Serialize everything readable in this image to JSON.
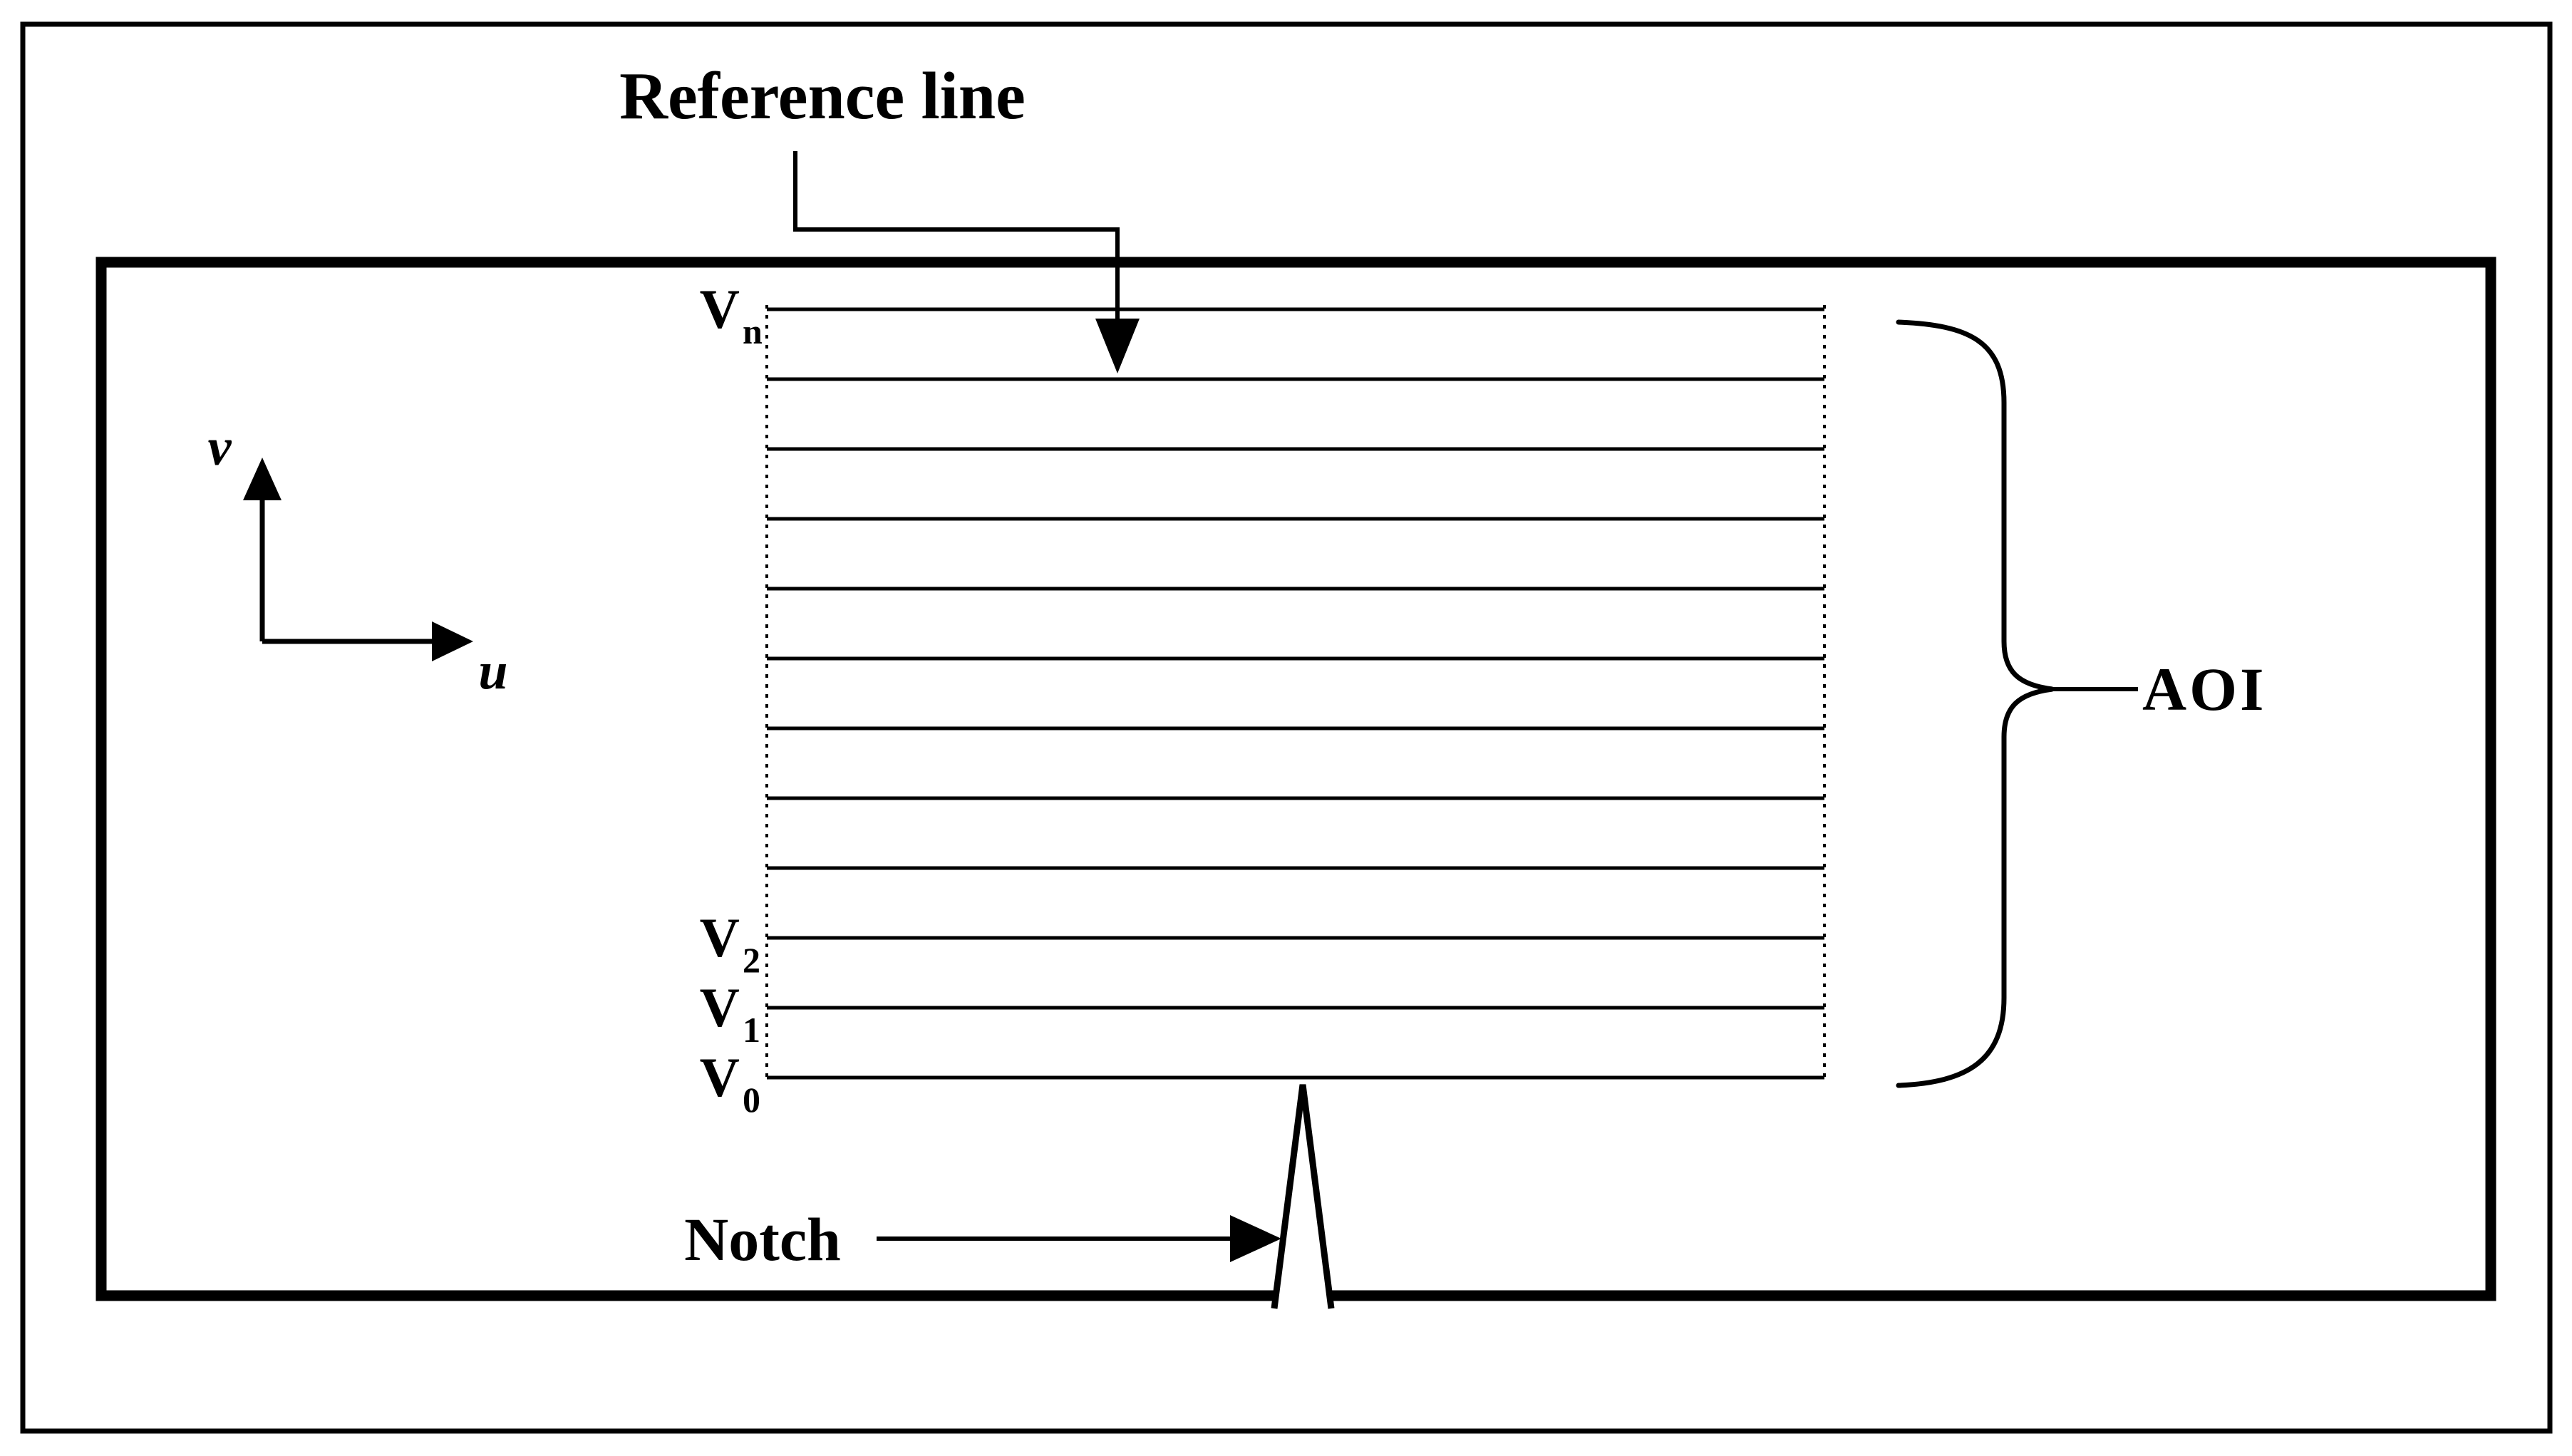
{
  "figure": {
    "background_color": "#ffffff",
    "ink_color": "#000000",
    "reference_line_label": "Reference line",
    "notch_label": "Notch",
    "aoi_label": "AOI",
    "axes": {
      "vertical_label": "v",
      "horizontal_label": "u"
    },
    "reference_levels": [
      {
        "base": "V",
        "sub": "n"
      },
      {
        "base": "V",
        "sub": "2"
      },
      {
        "base": "V",
        "sub": "1"
      },
      {
        "base": "V",
        "sub": "0"
      }
    ],
    "aoi_line_count": 12
  }
}
